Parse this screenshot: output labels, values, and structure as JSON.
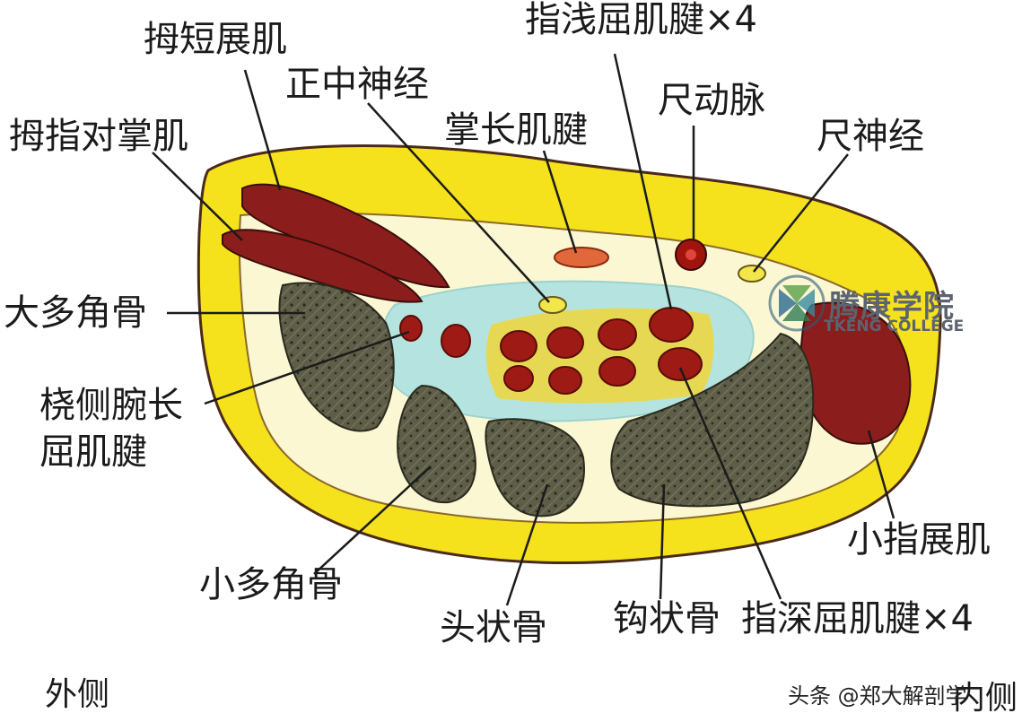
{
  "labels": {
    "abductor_pollicis_brevis": "拇短展肌",
    "flexor_superficialis_tendons": "指浅屈肌腱×4",
    "median_nerve": "正中神经",
    "ulnar_artery": "尺动脉",
    "palmaris_longus_tendon": "掌长肌腱",
    "opponens_pollicis": "拇指对掌肌",
    "ulnar_nerve": "尺神经",
    "trapezium": "大多角骨",
    "flexor_carpi_radialis_line1": "桡侧腕长",
    "flexor_carpi_radialis_line2": "屈肌腱",
    "abductor_digiti_minimi": "小指展肌",
    "trapezoid": "小多角骨",
    "capitate": "头状骨",
    "hamate": "钩状骨",
    "flexor_profundus_tendons": "指深屈肌腱×4",
    "lateral": "外侧",
    "medial": "内侧"
  },
  "watermark": "头条 @郑大解剖学",
  "logo": {
    "cn": "腾康学院",
    "en": "TKENG COLLEGE"
  },
  "colors": {
    "skin_yellow": "#f5e21c",
    "muscle_red": "#8b1e1c",
    "bone_green": "#5d5d48",
    "sheath_blue": "#b5e4e0",
    "tendon_red": "#9e1a14",
    "outline": "#4a2a1a"
  }
}
